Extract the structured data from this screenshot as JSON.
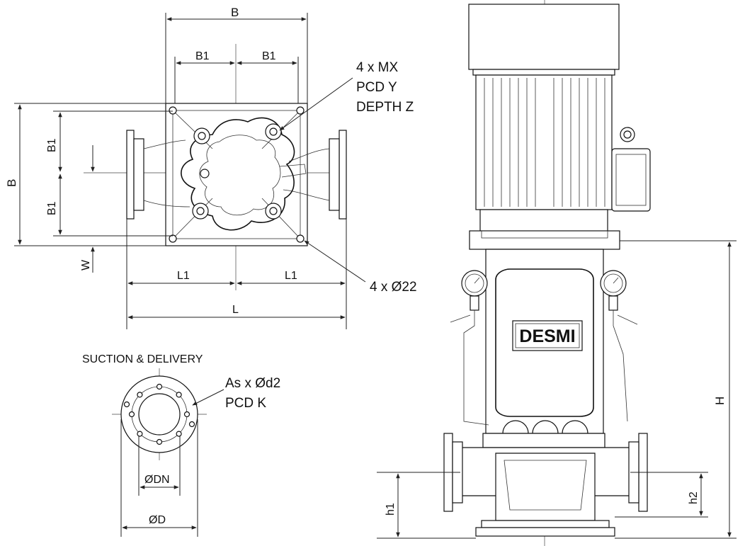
{
  "top_view": {
    "dims": {
      "B_top": "B",
      "B1_left": "B1",
      "B1_right": "B1",
      "B_side": "B",
      "B1_upper": "B1",
      "B1_lower": "B1",
      "W": "W",
      "L1_left": "L1",
      "L1_right": "L1",
      "L": "L"
    },
    "callouts": {
      "bolts_line1": "4 x MX",
      "bolts_line2": "PCD Y",
      "bolts_line3": "DEPTH  Z",
      "holes": "4 x Ø22"
    }
  },
  "flange_view": {
    "title": "SUCTION & DELIVERY",
    "holes_line1": "As x Ød2",
    "holes_line2": "PCD  K",
    "dn": "ØDN",
    "d": "ØD"
  },
  "front_view": {
    "brand": "DESMI",
    "H": "H",
    "h1": "h1",
    "h2": "h2"
  }
}
